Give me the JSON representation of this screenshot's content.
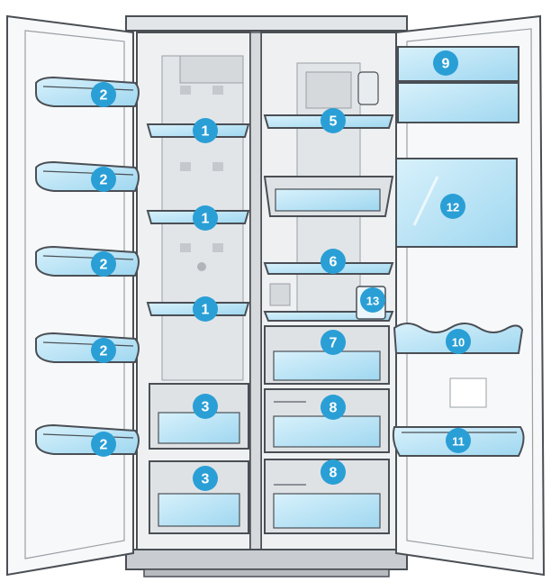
{
  "colors": {
    "badge": "#2a9fd6",
    "badge_text": "#ffffff",
    "shelf_glass": "#bfe6f7",
    "bin_glass": "#a9dcf2",
    "outline": "#4a4f55",
    "metal": "#d7dadd",
    "back_wall": "#eef0f2",
    "door_panel": "#f7f8f9"
  },
  "callouts": [
    {
      "id": "left-door-bin-1",
      "label": "2"
    },
    {
      "id": "left-door-bin-2",
      "label": "2"
    },
    {
      "id": "left-door-bin-3",
      "label": "2"
    },
    {
      "id": "left-door-bin-4",
      "label": "2"
    },
    {
      "id": "left-door-bin-5",
      "label": "2"
    },
    {
      "id": "freezer-shelf-1",
      "label": "1"
    },
    {
      "id": "freezer-shelf-2",
      "label": "1"
    },
    {
      "id": "freezer-shelf-3",
      "label": "1"
    },
    {
      "id": "freezer-drawer-1",
      "label": "3"
    },
    {
      "id": "freezer-drawer-2",
      "label": "3"
    },
    {
      "id": "fridge-shelf-top",
      "label": "5"
    },
    {
      "id": "fridge-shelf-middle",
      "label": "6"
    },
    {
      "id": "fridge-drawer-top",
      "label": "7"
    },
    {
      "id": "fridge-drawer-middle",
      "label": "8"
    },
    {
      "id": "fridge-drawer-bottom",
      "label": "8"
    },
    {
      "id": "egg-tray",
      "label": "13"
    },
    {
      "id": "right-door-dairy",
      "label": "9"
    },
    {
      "id": "right-door-large-bin",
      "label": "12"
    },
    {
      "id": "right-door-wave-shelf",
      "label": "10"
    },
    {
      "id": "right-door-bottom-bin",
      "label": "11"
    }
  ]
}
